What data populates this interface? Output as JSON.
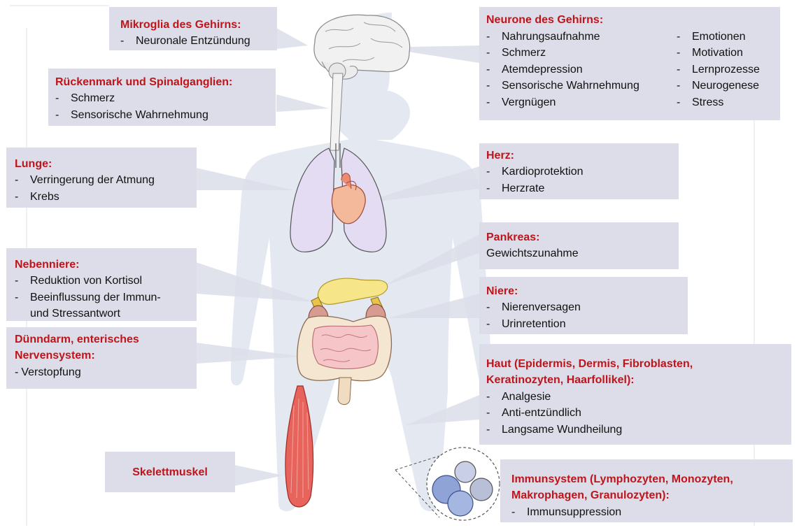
{
  "boxes": {
    "mikroglia": {
      "title": "Mikroglia des Gehirns:",
      "items": [
        "Neuronale Entzündung"
      ]
    },
    "rueckenmark": {
      "title": "Rückenmark und Spinalganglien:",
      "items": [
        "Schmerz",
        "Sensorische Wahrnehmung"
      ]
    },
    "lunge": {
      "title": "Lunge:",
      "items": [
        "Verringerung der Atmung",
        "Krebs"
      ]
    },
    "nebenniere": {
      "title": "Nebenniere:",
      "items": [
        "Reduktion von Kortisol",
        "Beeinflussung der Immun-"
      ],
      "continuation": "und Stressantwort"
    },
    "duenndarm": {
      "title_line1": "Dünndarm, enterisches",
      "title_line2": "Nervensystem:",
      "item": "Verstopfung"
    },
    "skelettmuskel": {
      "title": "Skelettmuskel"
    },
    "neurone": {
      "title": "Neurone des Gehirns:",
      "col1": [
        "Nahrungsaufnahme",
        "Schmerz",
        "Atemdepression",
        "Sensorische Wahrnehmung",
        "Vergnügen"
      ],
      "col2": [
        "Emotionen",
        "Motivation",
        "Lernprozesse",
        "Neurogenese",
        "Stress"
      ]
    },
    "herz": {
      "title": "Herz:",
      "items": [
        "Kardioprotektion",
        "Herzrate"
      ]
    },
    "pankreas": {
      "title": "Pankreas:",
      "text": "Gewichtszunahme"
    },
    "niere": {
      "title": "Niere:",
      "items": [
        "Nierenversagen",
        "Urinretention"
      ]
    },
    "haut": {
      "title_line1": "Haut (Epidermis, Dermis, Fibroblasten,",
      "title_line2": "Keratinozyten, Haarfollikel):",
      "items": [
        "Analgesie",
        "Anti-entzündlich",
        "Langsame Wundheilung"
      ]
    },
    "immun": {
      "title_line1": "Immunsystem (Lymphozyten, Monozyten,",
      "title_line2": "Makrophagen, Granulozyten):",
      "items": [
        "Immunsuppression"
      ]
    }
  },
  "bullet": "-",
  "colors": {
    "title": "#c0141b",
    "box": "#dcdde8",
    "silhouette": "#e4e8f1",
    "text": "#111111"
  }
}
